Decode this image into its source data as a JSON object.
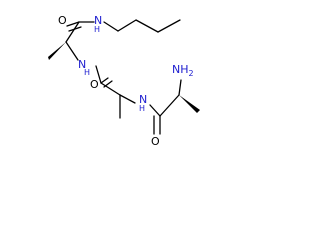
{
  "molecule": {
    "atoms": {
      "o1": "O",
      "n1": "N",
      "n2": "N",
      "o2": "O",
      "n3": "N",
      "o3": "O",
      "nh2": "NH",
      "nh2_sub": "2",
      "n1_h": "H",
      "n2_h": "H",
      "n3_h": "H"
    }
  }
}
